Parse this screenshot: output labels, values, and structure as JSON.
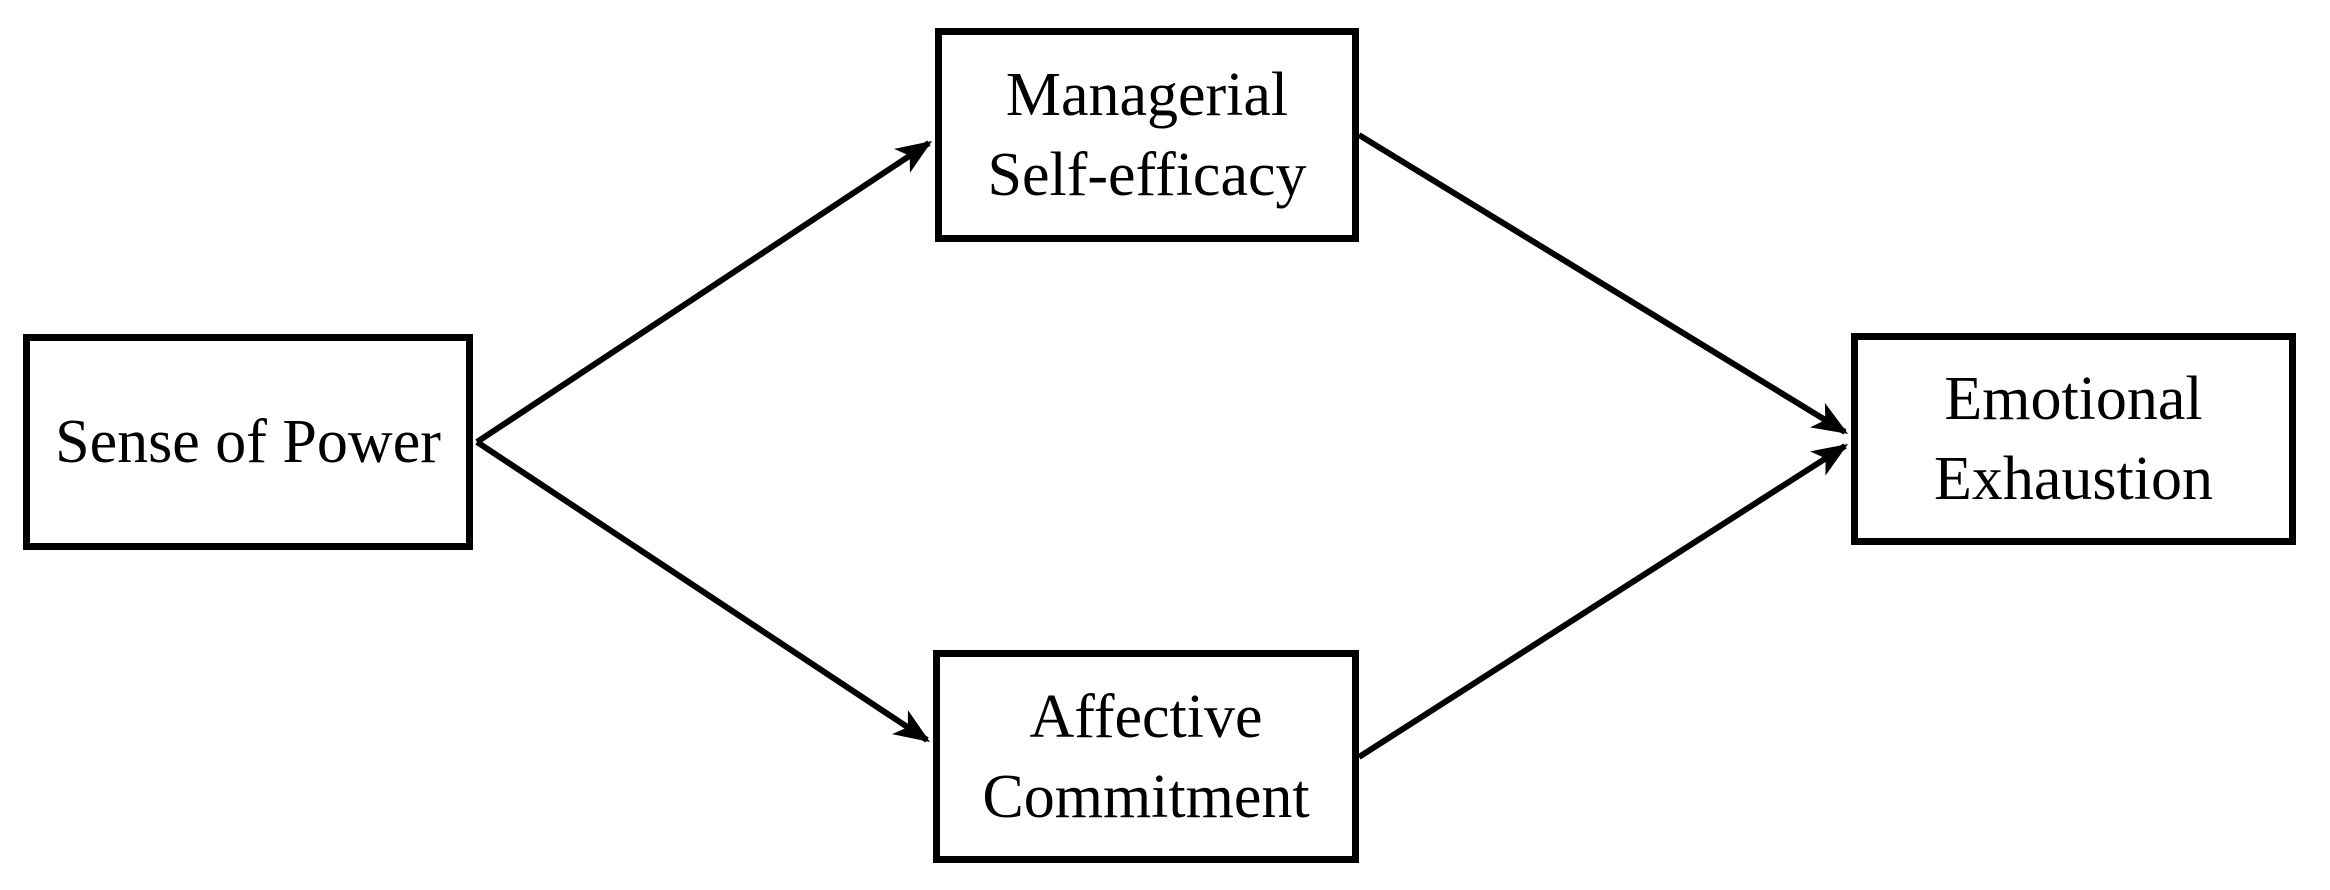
{
  "diagram": {
    "type": "mediation-model",
    "nodes": {
      "sense_of_power": {
        "role": "independent-variable",
        "lines": [
          "Sense of Power"
        ]
      },
      "managerial_self_efficacy": {
        "role": "mediator",
        "lines": [
          "Managerial",
          "Self-efficacy"
        ]
      },
      "affective_commitment": {
        "role": "mediator",
        "lines": [
          "Affective",
          "Commitment"
        ]
      },
      "emotional_exhaustion": {
        "role": "dependent-variable",
        "lines": [
          "Emotional",
          "Exhaustion"
        ]
      }
    },
    "edges": [
      {
        "from": "Sense of Power",
        "to": "Managerial Self-efficacy"
      },
      {
        "from": "Sense of Power",
        "to": "Affective Commitment"
      },
      {
        "from": "Managerial Self-efficacy",
        "to": "Emotional Exhaustion"
      },
      {
        "from": "Affective Commitment",
        "to": "Emotional Exhaustion"
      }
    ],
    "style": {
      "stroke_color": "#000000",
      "background_color": "#ffffff"
    }
  }
}
